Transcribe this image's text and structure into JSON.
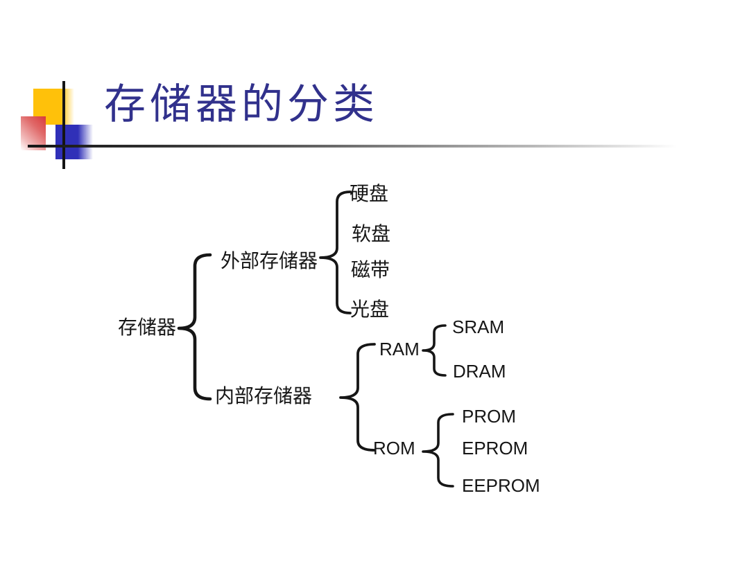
{
  "slide": {
    "title": "存储器的分类"
  },
  "diagram": {
    "root_label": "存储器",
    "external": {
      "label": "外部存储器",
      "children": [
        "硬盘",
        "软盘",
        "磁带",
        "光盘"
      ]
    },
    "internal": {
      "label": "内部存储器",
      "ram": {
        "label": "RAM",
        "children": [
          "SRAM",
          "DRAM"
        ]
      },
      "rom": {
        "label": "ROM",
        "children": [
          "PROM",
          "EPROM",
          "EEPROM"
        ]
      }
    }
  },
  "colors": {
    "title_blue": "#31318C",
    "diagram_text": "#161616",
    "ornament_yellow": "#FFC10A",
    "ornament_red": "#D93A3A",
    "ornament_blue": "#3030B8"
  }
}
